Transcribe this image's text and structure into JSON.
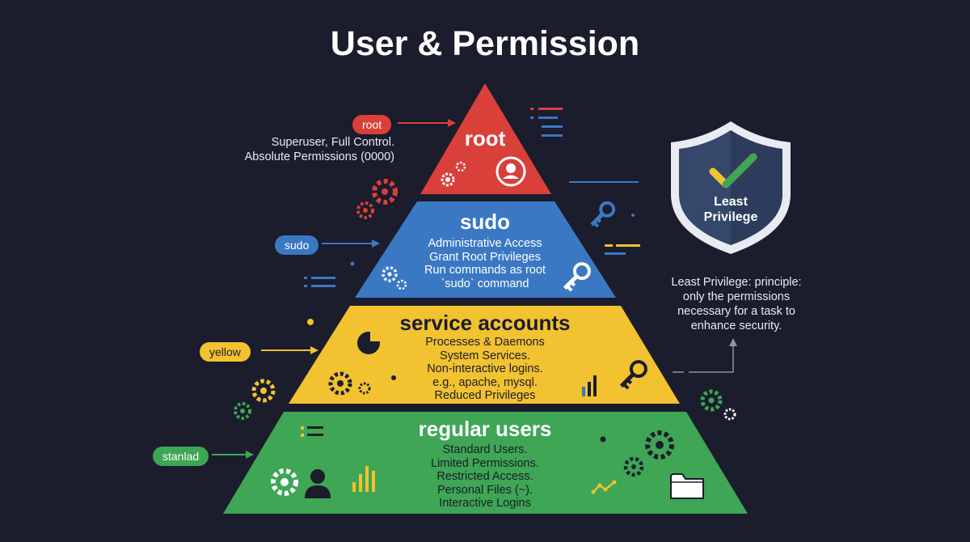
{
  "title": "User & Permission",
  "tiers": {
    "root": {
      "title": "root",
      "color": "#d9403a",
      "pill": "root",
      "note": [
        "Superuser, Full Control.",
        "Absolute Permissions (0000)"
      ]
    },
    "sudo": {
      "title": "sudo",
      "color": "#3b78c4",
      "pill": "sudo",
      "lines": [
        "Administrative Access",
        "Grant Root Privileges",
        "Run commands as root",
        "`sudo` command"
      ]
    },
    "service": {
      "title": "service accounts",
      "color": "#f2c230",
      "pill": "yellow",
      "lines": [
        "Processes & Daemons",
        "System Services.",
        "Non-interactive logins.",
        "e.g., apache, mysql.",
        "Reduced Privileges"
      ]
    },
    "regular": {
      "title": "regular users",
      "color": "#3ea654",
      "pill": "stanlad",
      "lines": [
        "Standard Users.",
        "Limited Permissions.",
        "Restricted Access.",
        "Personal Files (~).",
        "Interactive Logins"
      ]
    }
  },
  "least_privilege": {
    "badge_line1": "Least",
    "badge_line2": "Privilege",
    "note": [
      "Least Privilege: principle:",
      "only the permissions",
      "necessary for a task to",
      "enhance security."
    ]
  },
  "colors": {
    "background": "#1b1c2c",
    "text_dark": "#1b1c2c",
    "text_light": "#ffffff",
    "shield_outer": "#e8ebf2",
    "shield_inner": "#35476a"
  },
  "icons": {
    "root": [
      "gear-icon",
      "user-icon"
    ],
    "sudo": [
      "gear-icon",
      "key-icon"
    ],
    "service": [
      "pie-chart-icon",
      "gear-icon",
      "bar-chart-icon",
      "key-icon"
    ],
    "regular": [
      "gear-icon",
      "user-icon",
      "bar-chart-icon",
      "line-chart-icon",
      "folder-icon"
    ],
    "badge": [
      "shield-icon",
      "checkmark-icon"
    ]
  }
}
